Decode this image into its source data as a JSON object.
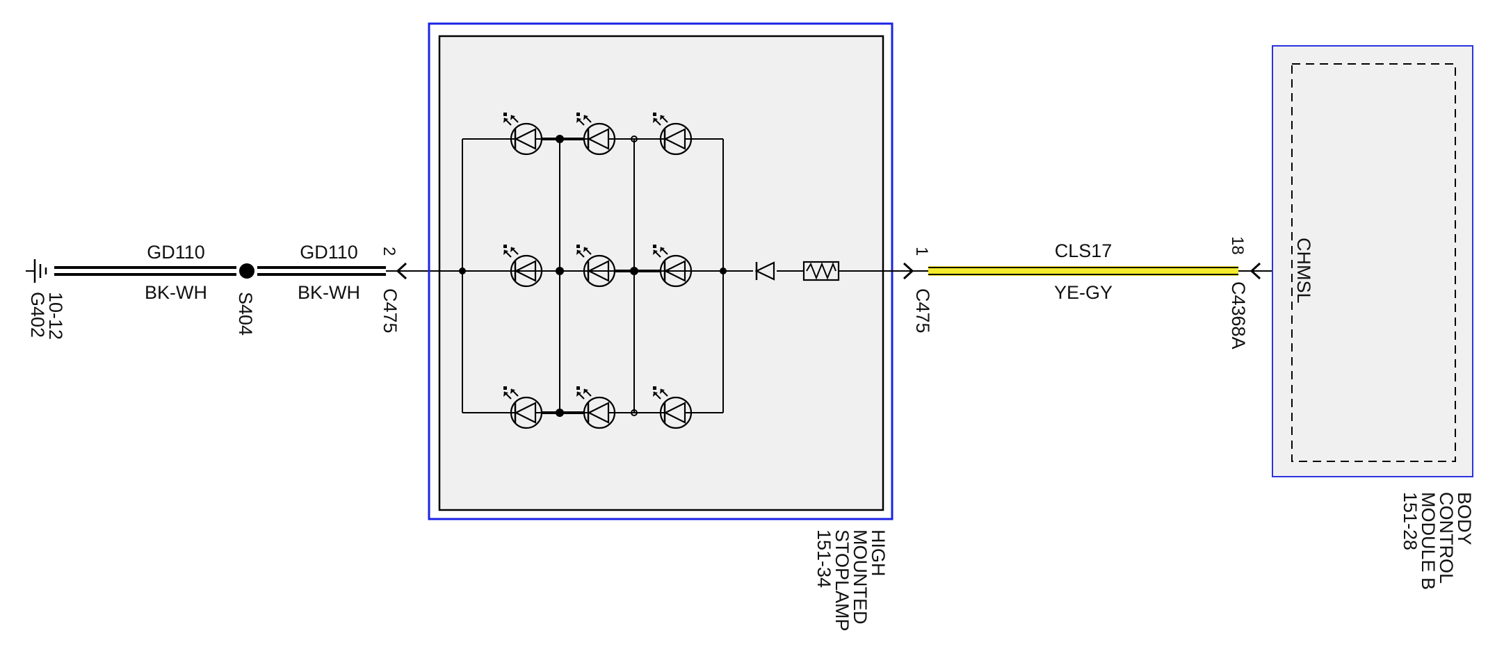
{
  "ground": {
    "id": "G402",
    "ref": "10-12"
  },
  "splice": {
    "id": "S404"
  },
  "wires": {
    "ground_left": {
      "circuit": "GD110",
      "color_code": "BK-WH"
    },
    "ground_right": {
      "circuit": "GD110",
      "color_code": "BK-WH"
    },
    "signal": {
      "circuit": "CLS17",
      "color_code": "YE-GY",
      "highlight": "#f2ea2a"
    }
  },
  "connectors": {
    "lamp_ground": {
      "pin": "2",
      "name": "C475"
    },
    "lamp_feed": {
      "pin": "1",
      "name": "C475"
    },
    "module": {
      "pin": "18",
      "name": "C4368A"
    }
  },
  "components": {
    "stoplamp": {
      "lines": [
        "HIGH",
        "MOUNTED",
        "STOPLAMP",
        "151-34"
      ],
      "border_color": "#1a22e6",
      "fill_color": "#f0f0f0"
    },
    "module": {
      "lines": [
        "BODY",
        "CONTROL",
        "MODULE B",
        "151-28"
      ],
      "pin_label": "CHMSL",
      "border_color": "#2a33e0",
      "fill_color": "#f0f0f0"
    }
  },
  "internal_parts": {
    "led_count": 9,
    "diode": "diode-icon",
    "resistor": "resistor-icon",
    "led": "led-icon"
  }
}
